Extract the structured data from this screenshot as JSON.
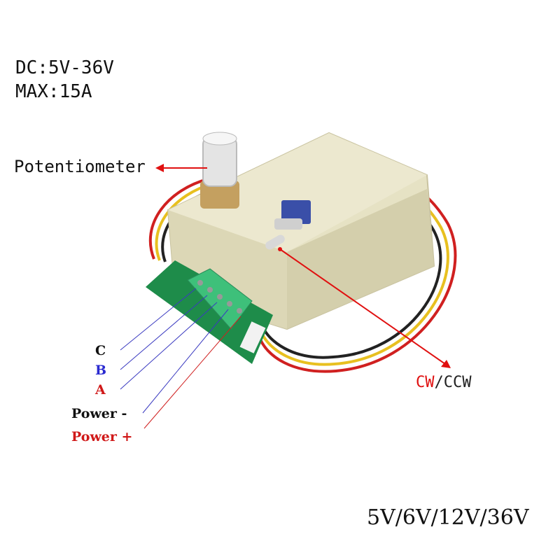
{
  "specs": {
    "voltage": "DC:5V-36V",
    "current": "MAX:15A"
  },
  "labels": {
    "potentiometer": "Potentiometer",
    "direction_cw": "CW",
    "direction_sep": "/",
    "direction_ccw": "CCW",
    "voltage_options": "5V/6V/12V/36V"
  },
  "pins": {
    "c": "C",
    "b": "B",
    "a": "A",
    "power_minus": "Power -",
    "power_plus": "Power +"
  },
  "colors": {
    "housing": "#e6e2c4",
    "pcb": "#1e8c4a",
    "terminal_block": "#3ec07a",
    "arrow_red": "#e01010",
    "arrow_blue": "#2a2ad0"
  }
}
